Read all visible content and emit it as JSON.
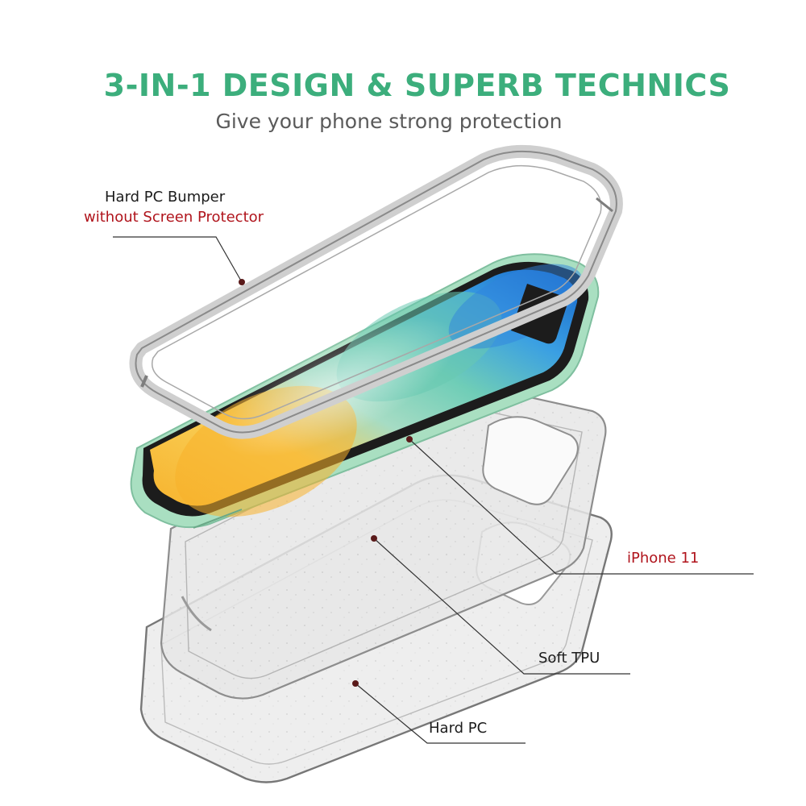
{
  "header": {
    "title": "3-IN-1 DESIGN & SUPERB TECHNICS",
    "subtitle": "Give your phone strong protection"
  },
  "callouts": {
    "bumper_line1": "Hard PC Bumper",
    "bumper_line2": "without Screen Protector",
    "phone": "iPhone 11",
    "tpu": "Soft TPU",
    "pc": "Hard PC"
  },
  "colors": {
    "headline_green": "#3cae7c",
    "subtitle_gray": "#5a5a5a",
    "accent_red": "#b0141c",
    "phone_body_mint": "#a9dfc1"
  }
}
